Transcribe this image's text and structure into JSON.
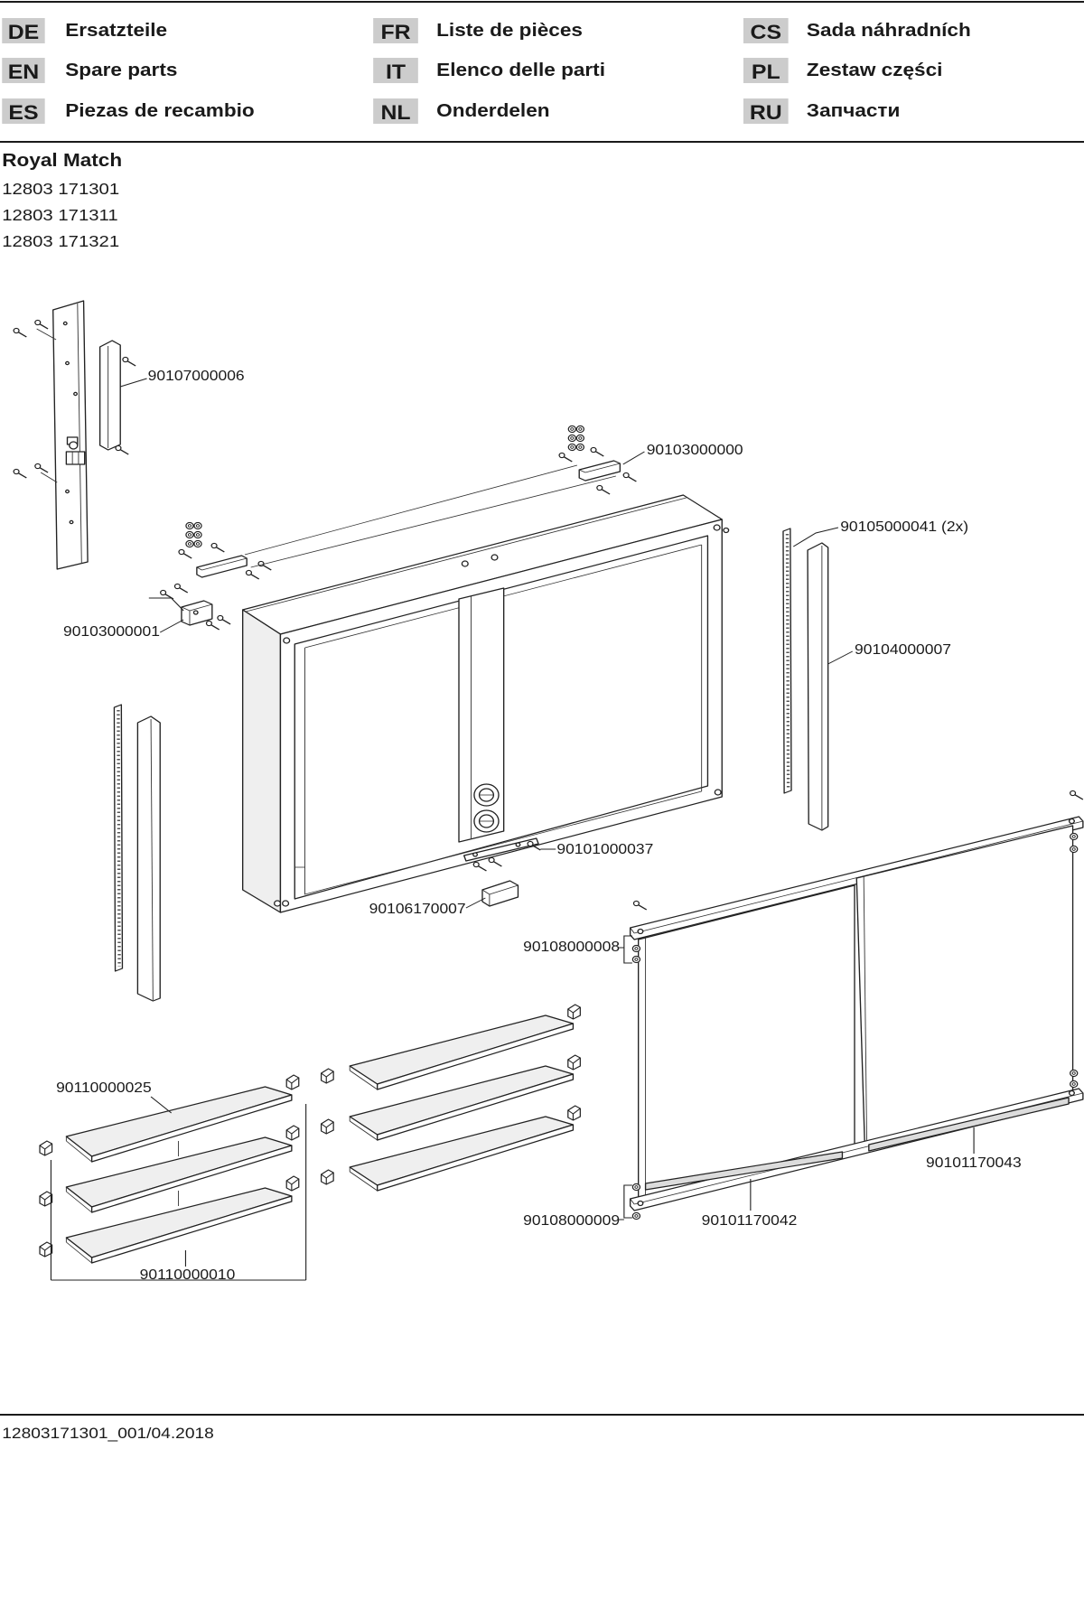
{
  "header": {
    "languages": [
      {
        "code": "DE",
        "label": "Ersatzteile"
      },
      {
        "code": "EN",
        "label": "Spare parts"
      },
      {
        "code": "ES",
        "label": "Piezas de recambio"
      },
      {
        "code": "FR",
        "label": "Liste de pièces"
      },
      {
        "code": "IT",
        "label": "Elenco delle parti"
      },
      {
        "code": "NL",
        "label": "Onderdelen"
      },
      {
        "code": "CS",
        "label": "Sada náhradních"
      },
      {
        "code": "PL",
        "label": "Zestaw części"
      },
      {
        "code": "RU",
        "label": "Запчасти"
      }
    ]
  },
  "product": {
    "name": "Royal Match",
    "article_numbers": [
      "12803 171301",
      "12803 171311",
      "12803 171321"
    ]
  },
  "parts": {
    "light_bar": "90107000006",
    "top_bracket": "90103000000",
    "led_strip": "90105000041 (2x)",
    "side_cover": "90104000007",
    "corner_bracket": "90103000001",
    "socket_part": "90101000037",
    "hinge_block": "90106170007",
    "door_fixings_top": "90108000008",
    "shelf_upper": "90110000025",
    "door_strip_right": "90101170043",
    "door_fixings_bottom": "90108000009",
    "door_strip_left": "90101170042",
    "shelf_lower": "90110000010"
  },
  "colors": {
    "code_box": "#cccccc",
    "line": "#1a1a1a"
  },
  "footer": {
    "doc_id": "12803171301_001/04.2018"
  }
}
